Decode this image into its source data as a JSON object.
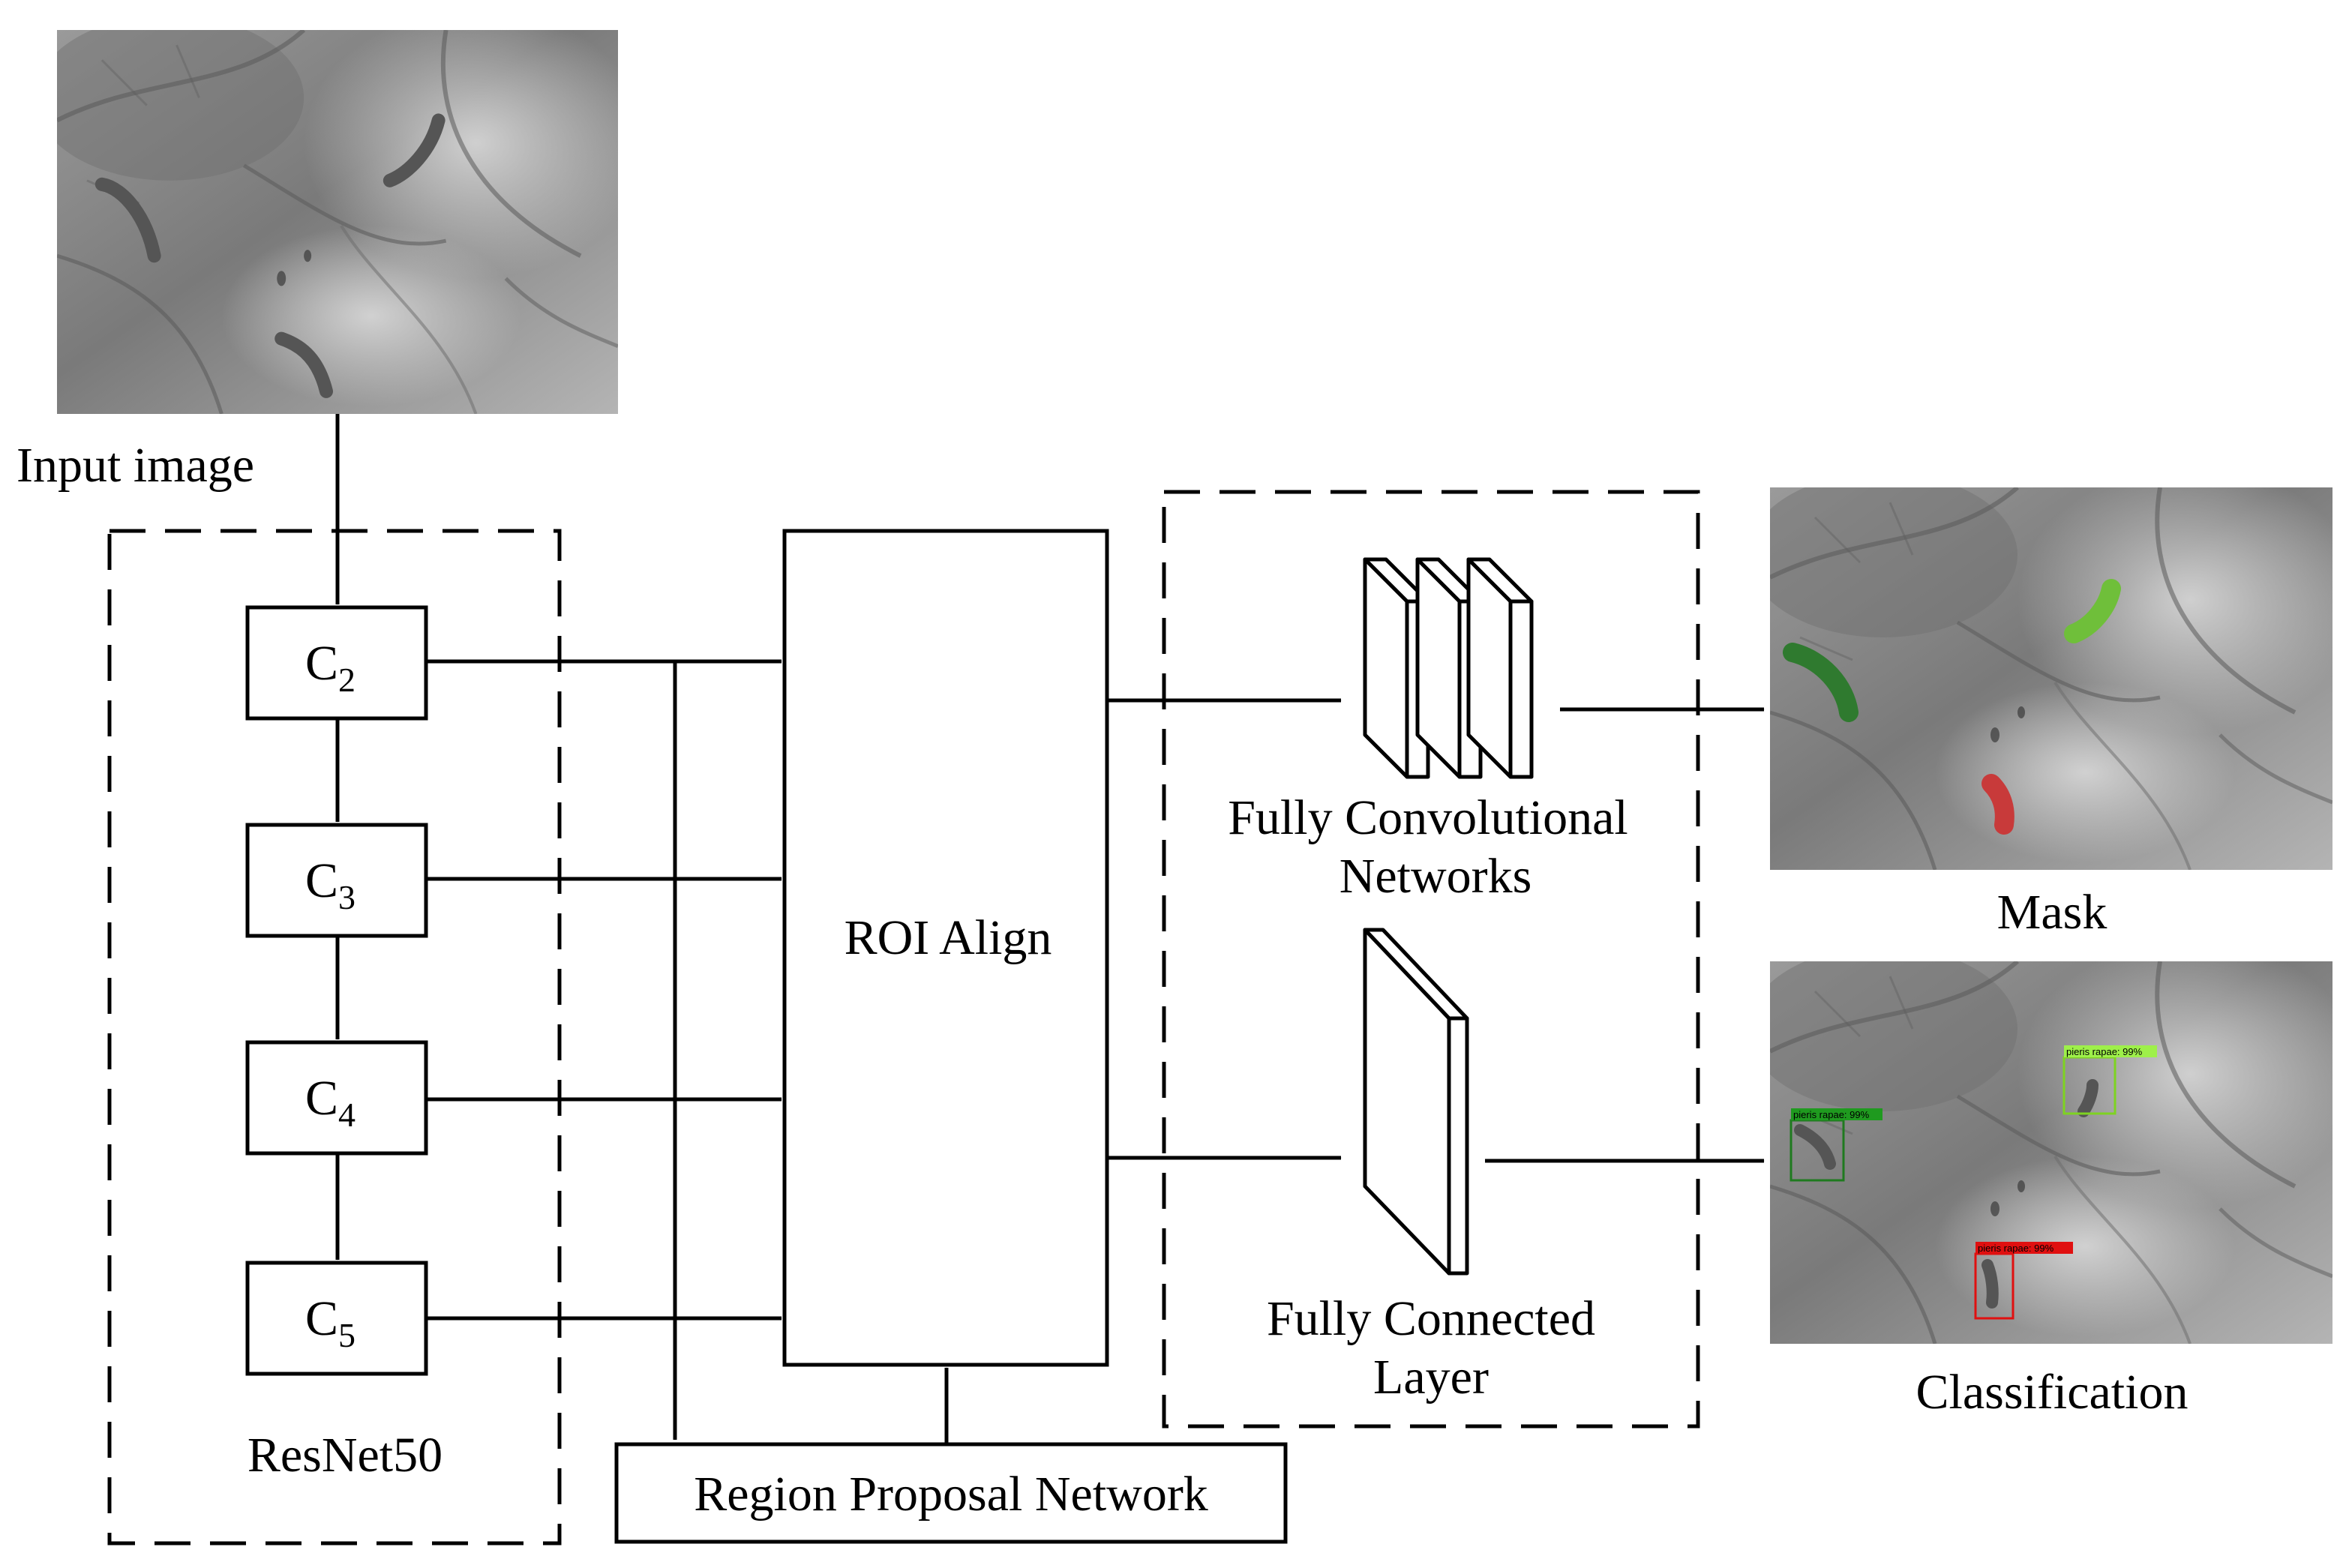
{
  "labels": {
    "input_image": "Input image",
    "backbone": "ResNet50",
    "stages": [
      {
        "letter": "C",
        "sub": "2"
      },
      {
        "letter": "C",
        "sub": "3"
      },
      {
        "letter": "C",
        "sub": "4"
      },
      {
        "letter": "C",
        "sub": "5"
      }
    ],
    "roi_align": "ROI Align",
    "rpn": "Region Proposal Network",
    "fcn_line1": "Fully Convolutional",
    "fcn_line2": "Networks",
    "fc_line1": "Fully Connected",
    "fc_line2": "Layer",
    "mask": "Mask",
    "classification": "Classification"
  },
  "detections": [
    {
      "label": "pieris rapae: 99%",
      "color": "#1f7a1f"
    },
    {
      "label": "pieris rapae: 99%",
      "color": "#7ed321"
    },
    {
      "label": "pieris rapae: 99%",
      "color": "#e01010"
    }
  ],
  "colors": {
    "mask_dark_green": "#2f7a2f",
    "mask_light_green": "#6fbf3a",
    "mask_red": "#c83a3a",
    "photo_gray": "#8a8a8a"
  }
}
